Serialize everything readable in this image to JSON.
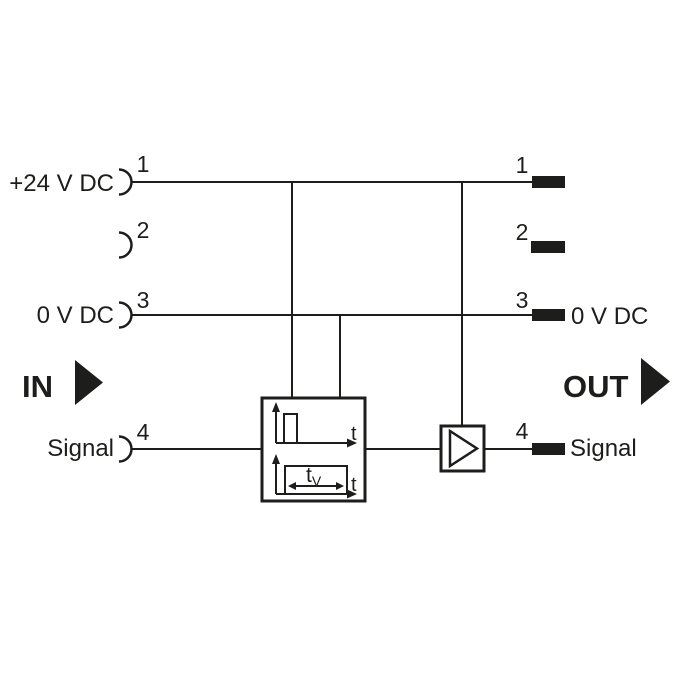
{
  "left_terminals": [
    {
      "number": "1",
      "label": "+24 V DC"
    },
    {
      "number": "2",
      "label": ""
    },
    {
      "number": "3",
      "label": "0 V DC"
    },
    {
      "number": "4",
      "label": "Signal"
    }
  ],
  "right_terminals": [
    {
      "number": "1",
      "label": ""
    },
    {
      "number": "2",
      "label": ""
    },
    {
      "number": "3",
      "label": "0 V DC"
    },
    {
      "number": "4",
      "label": "Signal"
    }
  ],
  "direction_labels": {
    "in": "IN",
    "out": "OUT"
  },
  "timing_block": {
    "top_axis_label": "t",
    "bottom_axis_label": "t",
    "delay_label_base": "t",
    "delay_label_sub": "V"
  },
  "colors": {
    "ink": "#1d1d1b",
    "background": "#ffffff"
  }
}
